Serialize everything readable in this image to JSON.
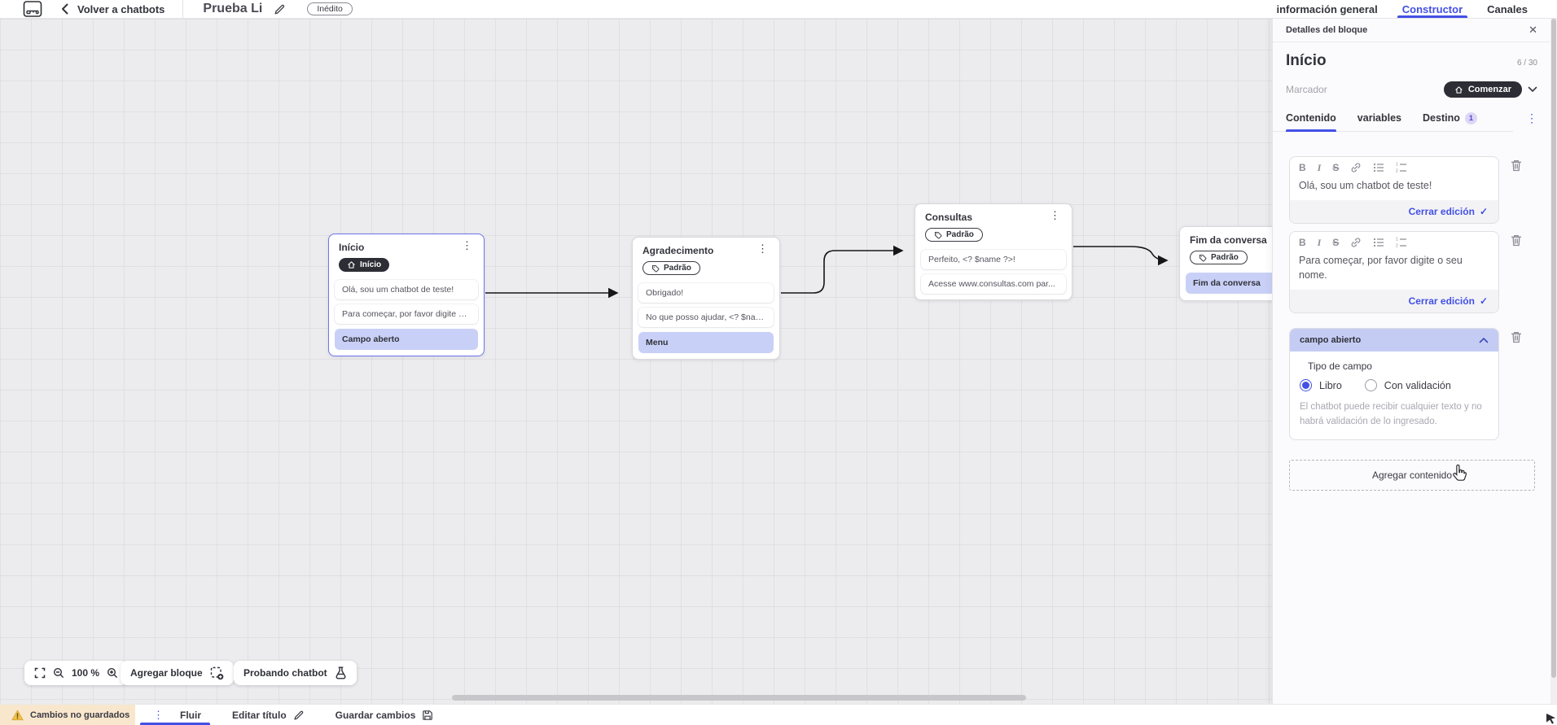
{
  "header": {
    "back_label": "Volver a chatbots",
    "title": "Prueba Li",
    "status_badge": "Inédito",
    "tabs": [
      {
        "label": "información general"
      },
      {
        "label": "Constructor"
      },
      {
        "label": "Canales"
      }
    ]
  },
  "canvas": {
    "zoom_level": "100 %",
    "add_block_label": "Agregar bloque",
    "test_chatbot_label": "Probando chatbot",
    "blocks": [
      {
        "title": "Início",
        "pill": "Início",
        "rows": [
          {
            "text": "Olá, sou um chatbot de teste!"
          },
          {
            "text": "Para começar, por favor digite o ..."
          },
          {
            "text": "Campo aberto"
          }
        ]
      },
      {
        "title": "Agradecimento",
        "pill": "Padrão",
        "rows": [
          {
            "text": "Obrigado!"
          },
          {
            "text": "No que posso ajudar, <? $name ..."
          },
          {
            "text": "Menu"
          }
        ]
      },
      {
        "title": "Consultas",
        "pill": "Padrão",
        "rows": [
          {
            "text": "Perfeito, <? $name ?>!"
          },
          {
            "text": "Acesse www.consultas.com par..."
          }
        ]
      },
      {
        "title": "Fim da conversa",
        "pill": "Padrão",
        "rows": [
          {
            "text": "Fim da conversa"
          }
        ]
      }
    ]
  },
  "panel": {
    "header": "Detalles del bloque",
    "block_name": "Início",
    "name_counter": "6 / 30",
    "marker_label": "Marcador",
    "marker_value": "Comenzar",
    "tabs": {
      "content": "Contenido",
      "variables": "variables",
      "destination": "Destino",
      "destination_badge": "1"
    },
    "editors": [
      {
        "text": "Olá, sou um chatbot de teste!",
        "close_label": "Cerrar edición"
      },
      {
        "text": "Para começar, por favor digite o seu nome.",
        "close_label": "Cerrar edición"
      }
    ],
    "open_field": {
      "header": "campo abierto",
      "type_label": "Tipo de campo",
      "option_free": "Libro",
      "option_validated": "Con validación",
      "help_text": "El chatbot puede recibir cualquier texto y no habrá validación de lo ingresado."
    },
    "add_content_label": "Agregar contenido"
  },
  "bottombar": {
    "warning": "Cambios no guardados",
    "flow_tab": "Fluir",
    "edit_title_label": "Editar título",
    "save_label": "Guardar cambios"
  },
  "colors": {
    "accent": "#4250e4",
    "dark_pill": "#2c2d35",
    "highlight_row": "#c9d0f7",
    "warning_bg": "#f9e7cd"
  }
}
